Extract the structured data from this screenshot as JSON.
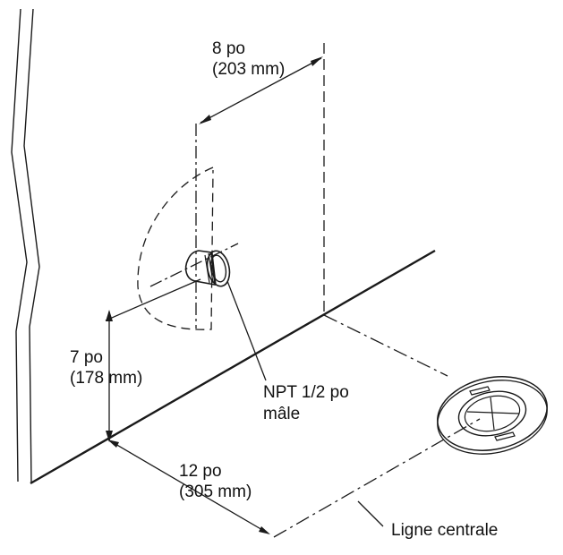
{
  "labels": {
    "dim_horizontal_line1": "8 po",
    "dim_horizontal_line2": "(203 mm)",
    "dim_height_line1": "7 po",
    "dim_height_line2": "(178 mm)",
    "fitting_line1": "NPT 1/2 po",
    "fitting_line2": "mâle",
    "dim_floor_line1": "12 po",
    "dim_floor_line2": "(305 mm)",
    "centerline": "Ligne centrale"
  },
  "colors": {
    "line": "#1a1a1a",
    "background": "#ffffff"
  }
}
